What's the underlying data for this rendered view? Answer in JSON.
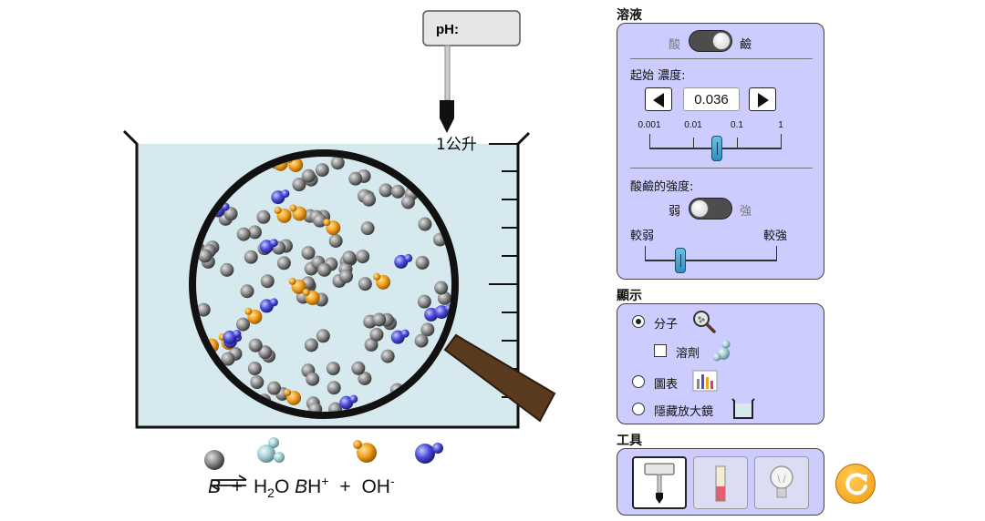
{
  "simulation": {
    "ph_meter": {
      "label": "pH:"
    },
    "beaker": {
      "volume_label": "1公升"
    },
    "equation": {
      "base": "B",
      "plus1": "+",
      "water_h": "H",
      "water_sub": "2",
      "water_o": "O",
      "conj_base": "B",
      "conj_h": "H",
      "conj_sup": "+",
      "plus2": "+",
      "hydroxide": "OH",
      "hydroxide_sup": "-"
    },
    "colors": {
      "solution": "#d5e9ee",
      "base_particle": "#8a8a8a",
      "conjugate_acid": "#f0a020",
      "hydroxide": "#4c4cdd",
      "water": "#a8cfd6",
      "handle": "#5a3a1e"
    }
  },
  "panel": {
    "solution": {
      "title": "溶液",
      "acid_label": "酸",
      "base_label": "鹼",
      "concentration_label": "起始 濃度:",
      "concentration_value": "0.036",
      "concentration_ticks": [
        "0.001",
        "0.01",
        "0.1",
        "1"
      ],
      "concentration_fraction": 0.51,
      "strength_label": "酸鹼的強度:",
      "weak_label": "弱",
      "strong_label": "強",
      "weaker_label": "較弱",
      "stronger_label": "較強",
      "strength_fraction": 0.27
    },
    "view": {
      "title": "顯示",
      "options": [
        {
          "label": "分子",
          "selected": true,
          "icon": "magnifier-icon"
        },
        {
          "label": "溶劑",
          "checkbox": true,
          "checked": false,
          "icon": "water-molecule-icon"
        },
        {
          "label": "圖表",
          "selected": false,
          "icon": "bar-graph-icon"
        },
        {
          "label": "隱藏放大鏡",
          "selected": false,
          "icon": "beaker-icon"
        }
      ]
    },
    "tools": {
      "title": "工具",
      "items": [
        {
          "name": "ph-meter",
          "selected": true,
          "icon": "ph-meter-icon"
        },
        {
          "name": "ph-paper",
          "selected": false,
          "icon": "ph-paper-icon"
        },
        {
          "name": "conductivity",
          "selected": false,
          "icon": "lightbulb-icon"
        }
      ],
      "reset_icon": "reset-icon"
    }
  }
}
